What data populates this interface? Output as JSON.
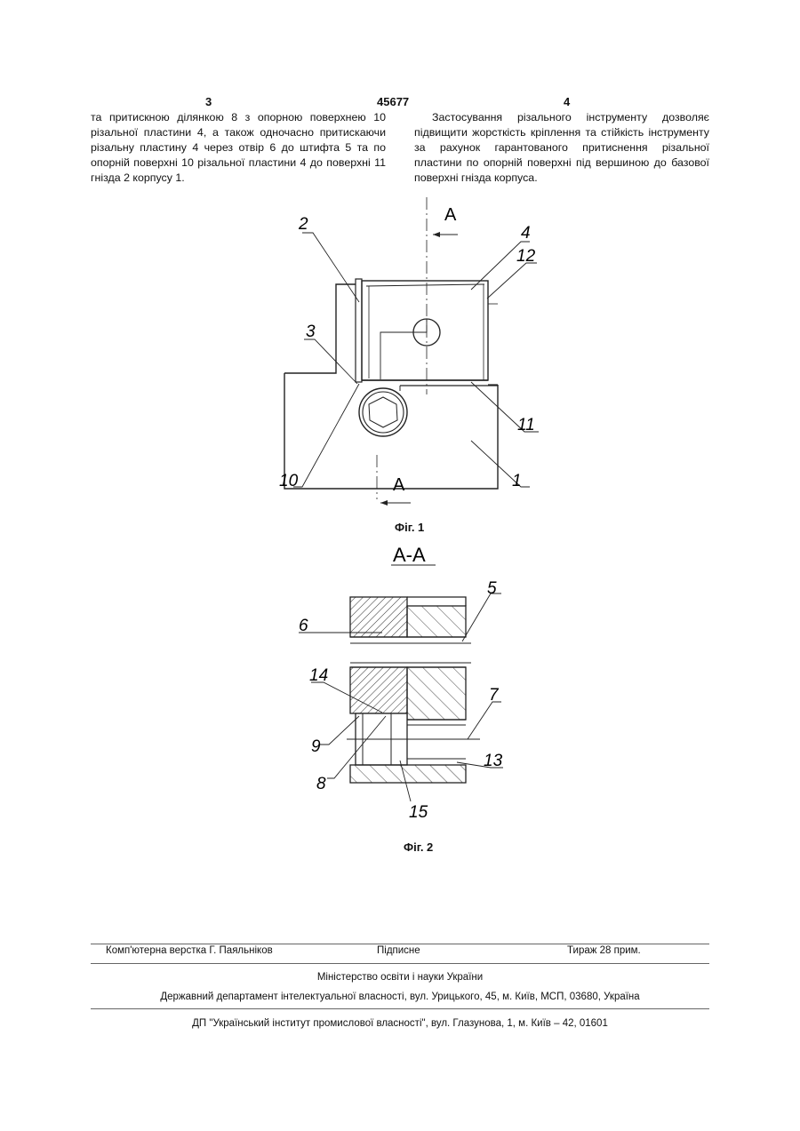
{
  "header": {
    "left_page": "3",
    "patent_number": "45677",
    "right_page": "4"
  },
  "left_column": "та притискною ділянкою 8 з опорною поверхнею 10 різальної пластини 4, а також одночасно притискаючи різальну пластину 4 через отвір 6 до штифта 5 та по опорній поверхні 10 різальної пластини 4 до поверхні 11 гнізда 2 корпусу 1.",
  "right_column": "Застосування різального інструменту дозволяє підвищити жорсткість кріплення та стійкість інструменту за рахунок гарантованого притиснення різальної пластини по опорній поверхні під вершиною до базової поверхні гнізда корпуса.",
  "figure1": {
    "caption": "Фіг. 1",
    "section_mark": "А",
    "labels": [
      "2",
      "4",
      "12",
      "3",
      "11",
      "10",
      "1"
    ]
  },
  "figure2": {
    "section_title": "А-А",
    "caption": "Фіг. 2",
    "labels": [
      "5",
      "6",
      "14",
      "7",
      "9",
      "13",
      "8",
      "15"
    ]
  },
  "footer": {
    "layout": "Комп'ютерна верстка Г. Паяльніков",
    "signed": "Підписне",
    "circulation": "Тираж 28 прим.",
    "ministry": "Міністерство освіти і науки України",
    "department": "Державний департамент інтелектуальної власності, вул. Урицького, 45, м. Київ, МСП, 03680, Україна",
    "institute": "ДП \"Український інститут промислової власності\", вул. Глазунова, 1, м. Київ – 42, 01601"
  }
}
